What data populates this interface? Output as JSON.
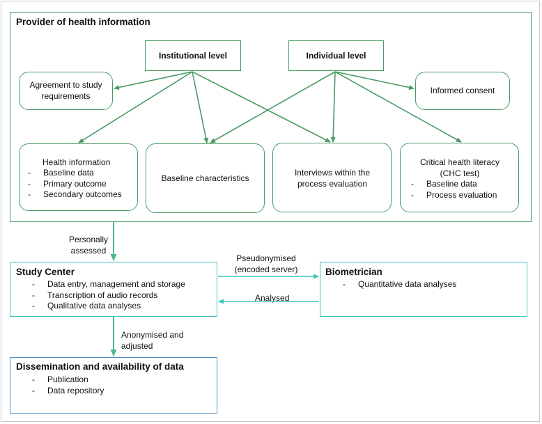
{
  "provider": {
    "title": "Provider of health information",
    "institutional_level": "Institutional level",
    "individual_level": "Individual level",
    "agreement": "Agreement to study requirements",
    "informed_consent": "Informed consent",
    "health_info": {
      "heading": "Health information",
      "items": [
        "Baseline data",
        "Primary outcome",
        "Secondary outcomes"
      ]
    },
    "baseline_characteristics": "Baseline characteristics",
    "interviews": "Interviews within the process evaluation",
    "chl": {
      "heading": "Critical health literacy (CHC test)",
      "items": [
        "Baseline data",
        "Process evaluation"
      ]
    }
  },
  "flow": {
    "personally_assessed": "Personally assessed",
    "pseudonymised": "Pseudonymised (encoded server)",
    "analysed": "Analysed",
    "anonymised": "Anonymised and adjusted"
  },
  "study_center": {
    "title": "Study Center",
    "items": [
      "Data entry, management and storage",
      "Transcription of audio records",
      "Qualitative data analyses"
    ]
  },
  "biometrician": {
    "title": "Biometrician",
    "items": [
      "Quantitative data analyses"
    ]
  },
  "dissemination": {
    "title": "Dissemination and availability of data",
    "items": [
      "Publication",
      "Data repository"
    ]
  },
  "colors": {
    "green": "#4a9a62",
    "teal": "#3fc5bf",
    "blue": "#4a8fc8"
  }
}
